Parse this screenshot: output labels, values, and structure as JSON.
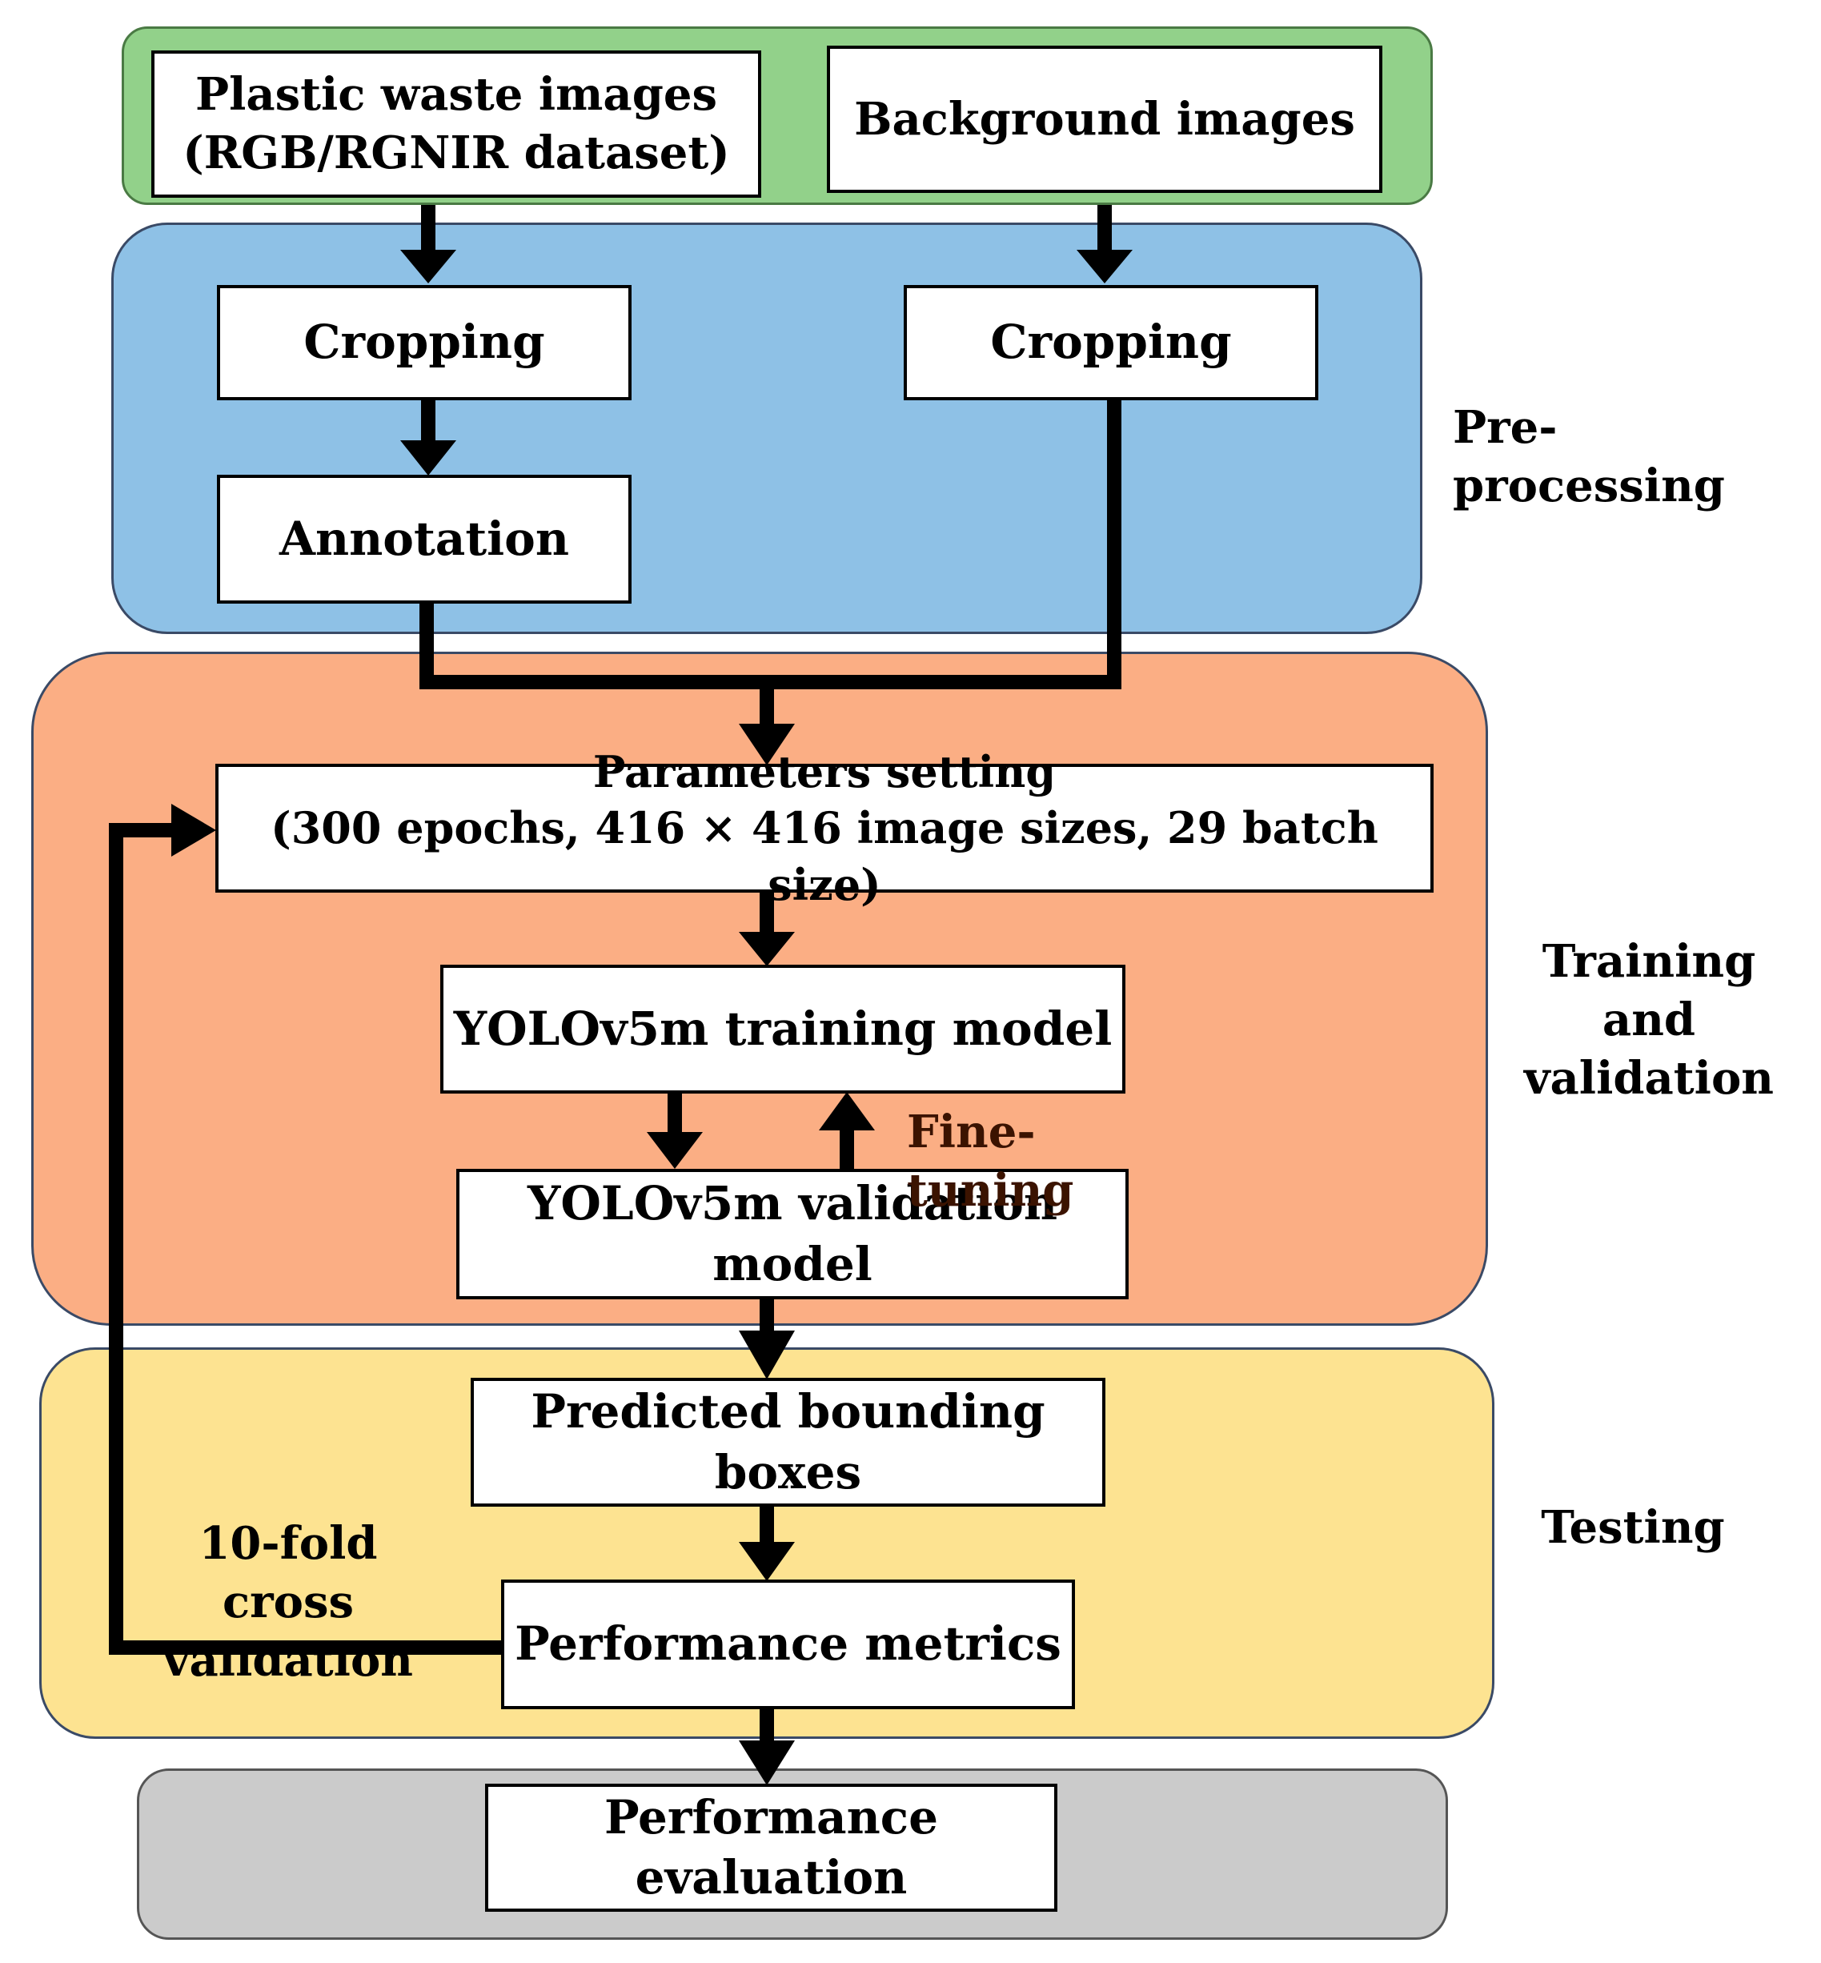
{
  "colors": {
    "input_stage": "#92d18a",
    "preprocessing_stage": "#8ec1e6",
    "training_stage": "#fbae84",
    "testing_stage": "#fde391",
    "evaluation_stage": "#cbcbcb"
  },
  "boxes": {
    "plastic_waste_line1": "Plastic waste images",
    "plastic_waste_line2": "(RGB/RGNIR dataset)",
    "background_images": "Background images",
    "cropping_left": "Cropping",
    "cropping_right": "Cropping",
    "annotation": "Annotation",
    "parameters_line1": "Parameters setting",
    "parameters_line2": "(300 epochs, 416 × 416 image sizes, 29 batch size)",
    "yolo_training": "YOLOv5m training model",
    "yolo_validation_line1": "YOLOv5m validation",
    "yolo_validation_line2": "model",
    "predicted_line1": "Predicted bounding",
    "predicted_line2": "boxes",
    "performance_metrics": "Performance metrics",
    "evaluation_line1": "Performance",
    "evaluation_line2": "evaluation"
  },
  "labels": {
    "preprocessing": "Pre-processing",
    "training_line1": "Training and",
    "training_line2": "validation",
    "testing": "Testing",
    "fine_tuning": "Fine-tuning",
    "cross_val_line1": "10-fold cross",
    "cross_val_line2": "validation"
  }
}
